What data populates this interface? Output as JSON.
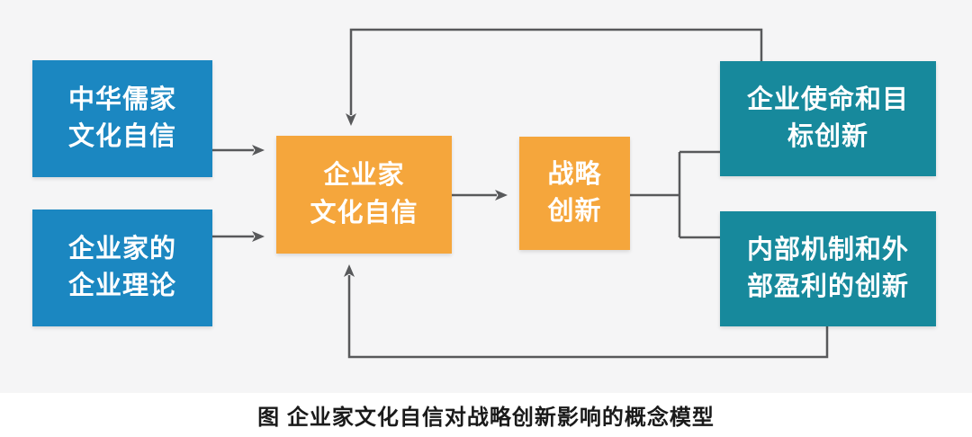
{
  "diagram": {
    "caption": "图 企业家文化自信对战略创新影响的概念模型",
    "colors": {
      "blue": "#1b87c1",
      "teal": "#17899c",
      "orange": "#f5a63c",
      "line": "#58595b",
      "panel_bg": "#f5f5f6",
      "page_bg": "#ffffff",
      "box_text": "#ffffff",
      "caption_text": "#1a1a1a"
    },
    "boxes": {
      "confucian": {
        "lines": [
          "中华儒家",
          "文化自信"
        ]
      },
      "theory": {
        "lines": [
          "企业家的",
          "企业理论"
        ]
      },
      "entrepreneur": {
        "lines": [
          "企业家",
          "文化自信"
        ]
      },
      "strategy": {
        "lines": [
          "战略",
          "创新"
        ]
      },
      "mission": {
        "lines": [
          "企业使命和目",
          "标创新"
        ]
      },
      "mechanism": {
        "lines": [
          "内部机制和外",
          "部盈利的创新"
        ]
      }
    }
  }
}
